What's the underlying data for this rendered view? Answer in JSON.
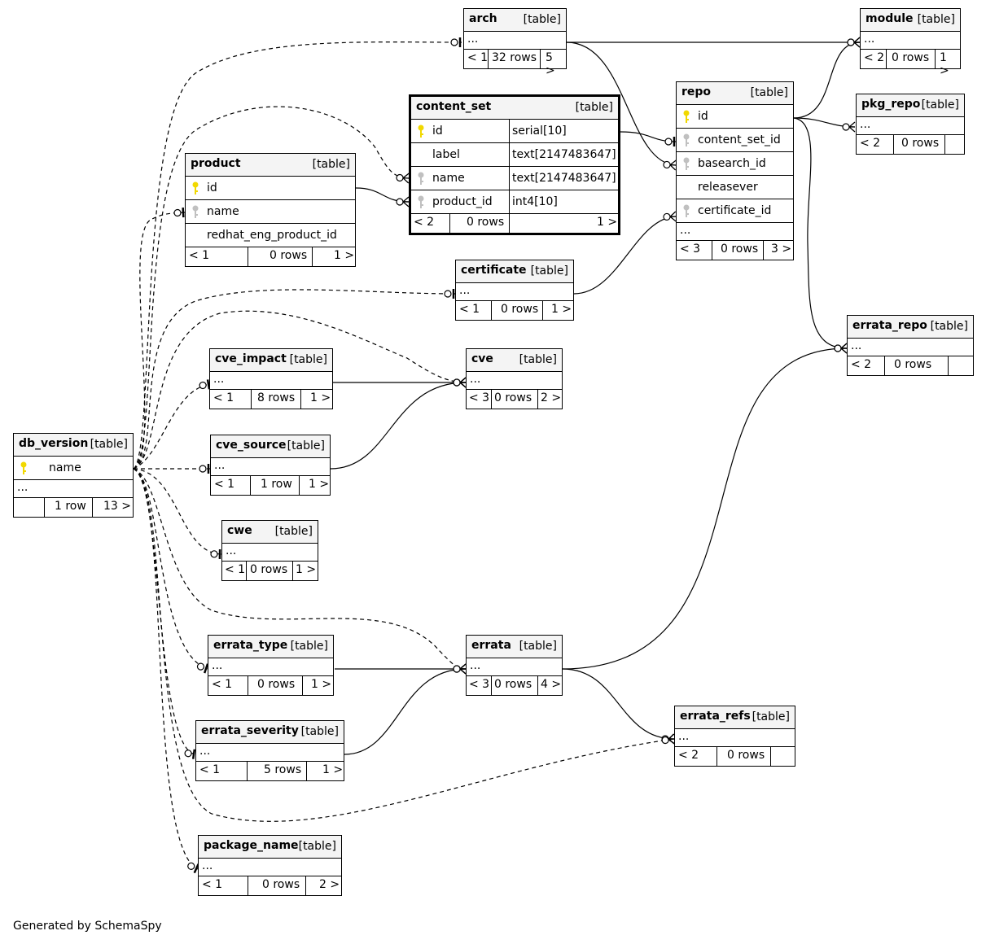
{
  "tables": {
    "arch": {
      "name": "arch",
      "type": "[table]",
      "ellipsis": "...",
      "prev": "< 1",
      "rows": "32 rows",
      "next": "5 >"
    },
    "module": {
      "name": "module",
      "type": "[table]",
      "ellipsis": "...",
      "prev": "< 2",
      "rows": "0 rows",
      "next": "1 >"
    },
    "pkg_repo": {
      "name": "pkg_repo",
      "type": "[table]",
      "ellipsis": "...",
      "prev": "< 2",
      "rows": "0 rows",
      "next": ""
    },
    "repo": {
      "name": "repo",
      "type": "[table]",
      "columns": [
        "id",
        "content_set_id",
        "basearch_id",
        "releasever",
        "certificate_id"
      ],
      "ellipsis": "...",
      "prev": "< 3",
      "rows": "0 rows",
      "next": "3 >"
    },
    "content_set": {
      "name": "content_set",
      "type": "[table]",
      "columns": [
        {
          "name": "id",
          "type": "serial[10]"
        },
        {
          "name": "label",
          "type": "text[2147483647]"
        },
        {
          "name": "name",
          "type": "text[2147483647]"
        },
        {
          "name": "product_id",
          "type": "int4[10]"
        }
      ],
      "prev": "< 2",
      "rows": "0 rows",
      "next": "1 >"
    },
    "product": {
      "name": "product",
      "type": "[table]",
      "columns": [
        "id",
        "name",
        "redhat_eng_product_id"
      ],
      "prev": "< 1",
      "rows": "0 rows",
      "next": "1 >"
    },
    "certificate": {
      "name": "certificate",
      "type": "[table]",
      "ellipsis": "...",
      "prev": "< 1",
      "rows": "0 rows",
      "next": "1 >"
    },
    "errata_repo": {
      "name": "errata_repo",
      "type": "[table]",
      "ellipsis": "...",
      "prev": "< 2",
      "rows": "0 rows",
      "next": ""
    },
    "cve_impact": {
      "name": "cve_impact",
      "type": "[table]",
      "ellipsis": "...",
      "prev": "< 1",
      "rows": "8 rows",
      "next": "1 >"
    },
    "cve": {
      "name": "cve",
      "type": "[table]",
      "ellipsis": "...",
      "prev": "< 3",
      "rows": "0 rows",
      "next": "2 >"
    },
    "db_version": {
      "name": "db_version",
      "type": "[table]",
      "columns": [
        "name"
      ],
      "ellipsis": "...",
      "prev": "",
      "rows": "1 row",
      "next": "13 >"
    },
    "cve_source": {
      "name": "cve_source",
      "type": "[table]",
      "ellipsis": "...",
      "prev": "< 1",
      "rows": "1 row",
      "next": "1 >"
    },
    "cwe": {
      "name": "cwe",
      "type": "[table]",
      "ellipsis": "...",
      "prev": "< 1",
      "rows": "0 rows",
      "next": "1 >"
    },
    "errata_type": {
      "name": "errata_type",
      "type": "[table]",
      "ellipsis": "...",
      "prev": "< 1",
      "rows": "0 rows",
      "next": "1 >"
    },
    "errata": {
      "name": "errata",
      "type": "[table]",
      "ellipsis": "...",
      "prev": "< 3",
      "rows": "0 rows",
      "next": "4 >"
    },
    "errata_refs": {
      "name": "errata_refs",
      "type": "[table]",
      "ellipsis": "...",
      "prev": "< 2",
      "rows": "0 rows",
      "next": ""
    },
    "errata_severity": {
      "name": "errata_severity",
      "type": "[table]",
      "ellipsis": "...",
      "prev": "< 1",
      "rows": "5 rows",
      "next": "1 >"
    },
    "package_name": {
      "name": "package_name",
      "type": "[table]",
      "ellipsis": "...",
      "prev": "< 1",
      "rows": "0 rows",
      "next": "2 >"
    }
  },
  "colors": {
    "primary_key": "#f1d800",
    "foreign_key": "#c0c0c0",
    "header_bg": "#f4f4f4"
  },
  "footer_text": "Generated by SchemaSpy"
}
